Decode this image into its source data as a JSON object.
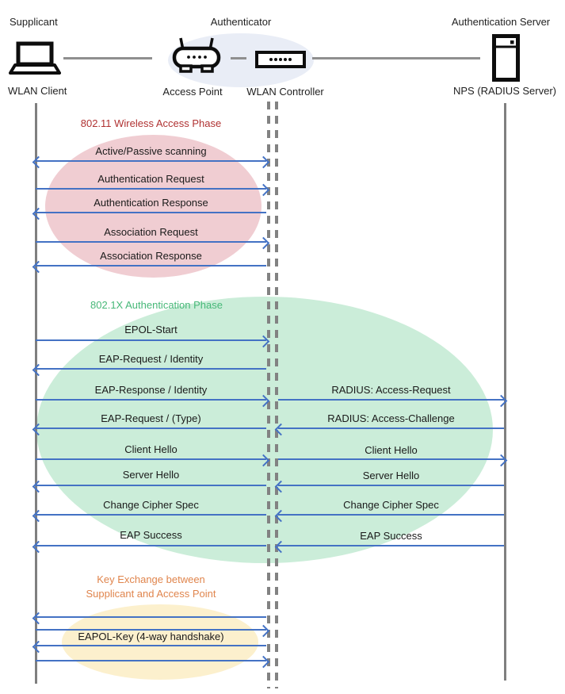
{
  "roles": {
    "supplicant": "Supplicant",
    "authenticator": "Authenticator",
    "authentication_server": "Authentication Server"
  },
  "nodes": {
    "wlan_client": "WLAN Client",
    "access_point": "Access Point",
    "wlan_controller": "WLAN Controller",
    "nps": "NPS (RADIUS Server)"
  },
  "phases": {
    "wireless_access": {
      "title": "802.11 Wireless Access Phase",
      "color": "#b03232"
    },
    "authentication": {
      "title": "802.1X Authentication Phase",
      "color": "#47b878"
    },
    "key_exchange": {
      "title_line1": "Key Exchange between",
      "title_line2": "Supplicant and Access Point",
      "color": "#e0854d"
    }
  },
  "messages": {
    "client_to_controller": [
      {
        "label": "Active/Passive scanning",
        "direction": "both"
      },
      {
        "label": "Authentication Request",
        "direction": "right"
      },
      {
        "label": "Authentication Response",
        "direction": "left"
      },
      {
        "label": "Association Request",
        "direction": "right"
      },
      {
        "label": "Association Response",
        "direction": "left"
      },
      {
        "label": "EPOL-Start",
        "direction": "right"
      },
      {
        "label": "EAP-Request / Identity",
        "direction": "left"
      },
      {
        "label": "EAP-Response / Identity",
        "direction": "right"
      },
      {
        "label": "EAP-Request / (Type)",
        "direction": "left"
      },
      {
        "label": "Client Hello",
        "direction": "right"
      },
      {
        "label": "Server Hello",
        "direction": "left"
      },
      {
        "label": "Change Cipher Spec",
        "direction": "left"
      },
      {
        "label": "EAP Success",
        "direction": "left"
      }
    ],
    "controller_to_server": [
      {
        "label": "RADIUS: Access-Request",
        "direction": "right"
      },
      {
        "label": "RADIUS: Access-Challenge",
        "direction": "left"
      },
      {
        "label": "Client Hello",
        "direction": "right"
      },
      {
        "label": "Server Hello",
        "direction": "left"
      },
      {
        "label": "Change Cipher Spec",
        "direction": "left"
      },
      {
        "label": "EAP Success",
        "direction": "left"
      }
    ],
    "key_exchange_label": "EAPOL-Key (4-way handshake)"
  },
  "colors": {
    "arrow": "#4472c4",
    "lifeline": "#7f7f7f",
    "phase1_fill": "#f0cdd2",
    "phase2_fill": "#cbedd9",
    "phase3_fill": "#fcf0cd",
    "authenticator_fill": "#e9edf6"
  }
}
